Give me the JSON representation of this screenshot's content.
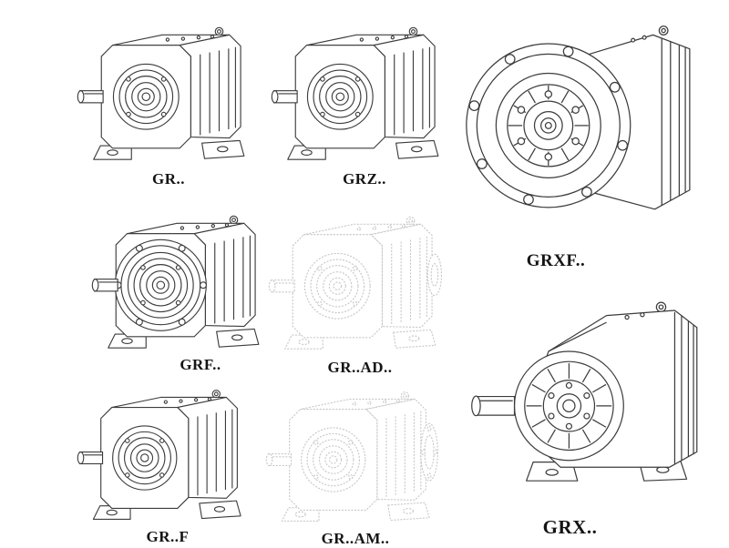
{
  "page": {
    "background": "#ffffff"
  },
  "colors": {
    "line": "#3c3c3c",
    "ghost_line": "#c7c7c7",
    "label_text": "#141414"
  },
  "items": [
    {
      "id": "gr",
      "label": "GR..",
      "drawing": "helical-gearbox-foot-mounted",
      "style": "solid"
    },
    {
      "id": "grz",
      "label": "GRZ..",
      "drawing": "helical-gearbox-foot-mounted",
      "style": "solid"
    },
    {
      "id": "grxf",
      "label": "GRXF..",
      "drawing": "helical-gearbox-large-flange",
      "style": "solid"
    },
    {
      "id": "grf",
      "label": "GRF..",
      "drawing": "helical-gearbox-flange-mounted",
      "style": "solid"
    },
    {
      "id": "gr_ad",
      "label": "GR..AD..",
      "drawing": "helical-gearbox-input-adapter-ghost",
      "style": "ghost"
    },
    {
      "id": "gr_f",
      "label": "GR..F",
      "drawing": "helical-gearbox-foot-mounted",
      "style": "solid"
    },
    {
      "id": "gr_am",
      "label": "GR..AM..",
      "drawing": "helical-gearbox-motor-flange-ghost",
      "style": "ghost"
    },
    {
      "id": "grx",
      "label": "GRX..",
      "drawing": "helical-gearbox-large-foot-mounted",
      "style": "solid"
    }
  ]
}
